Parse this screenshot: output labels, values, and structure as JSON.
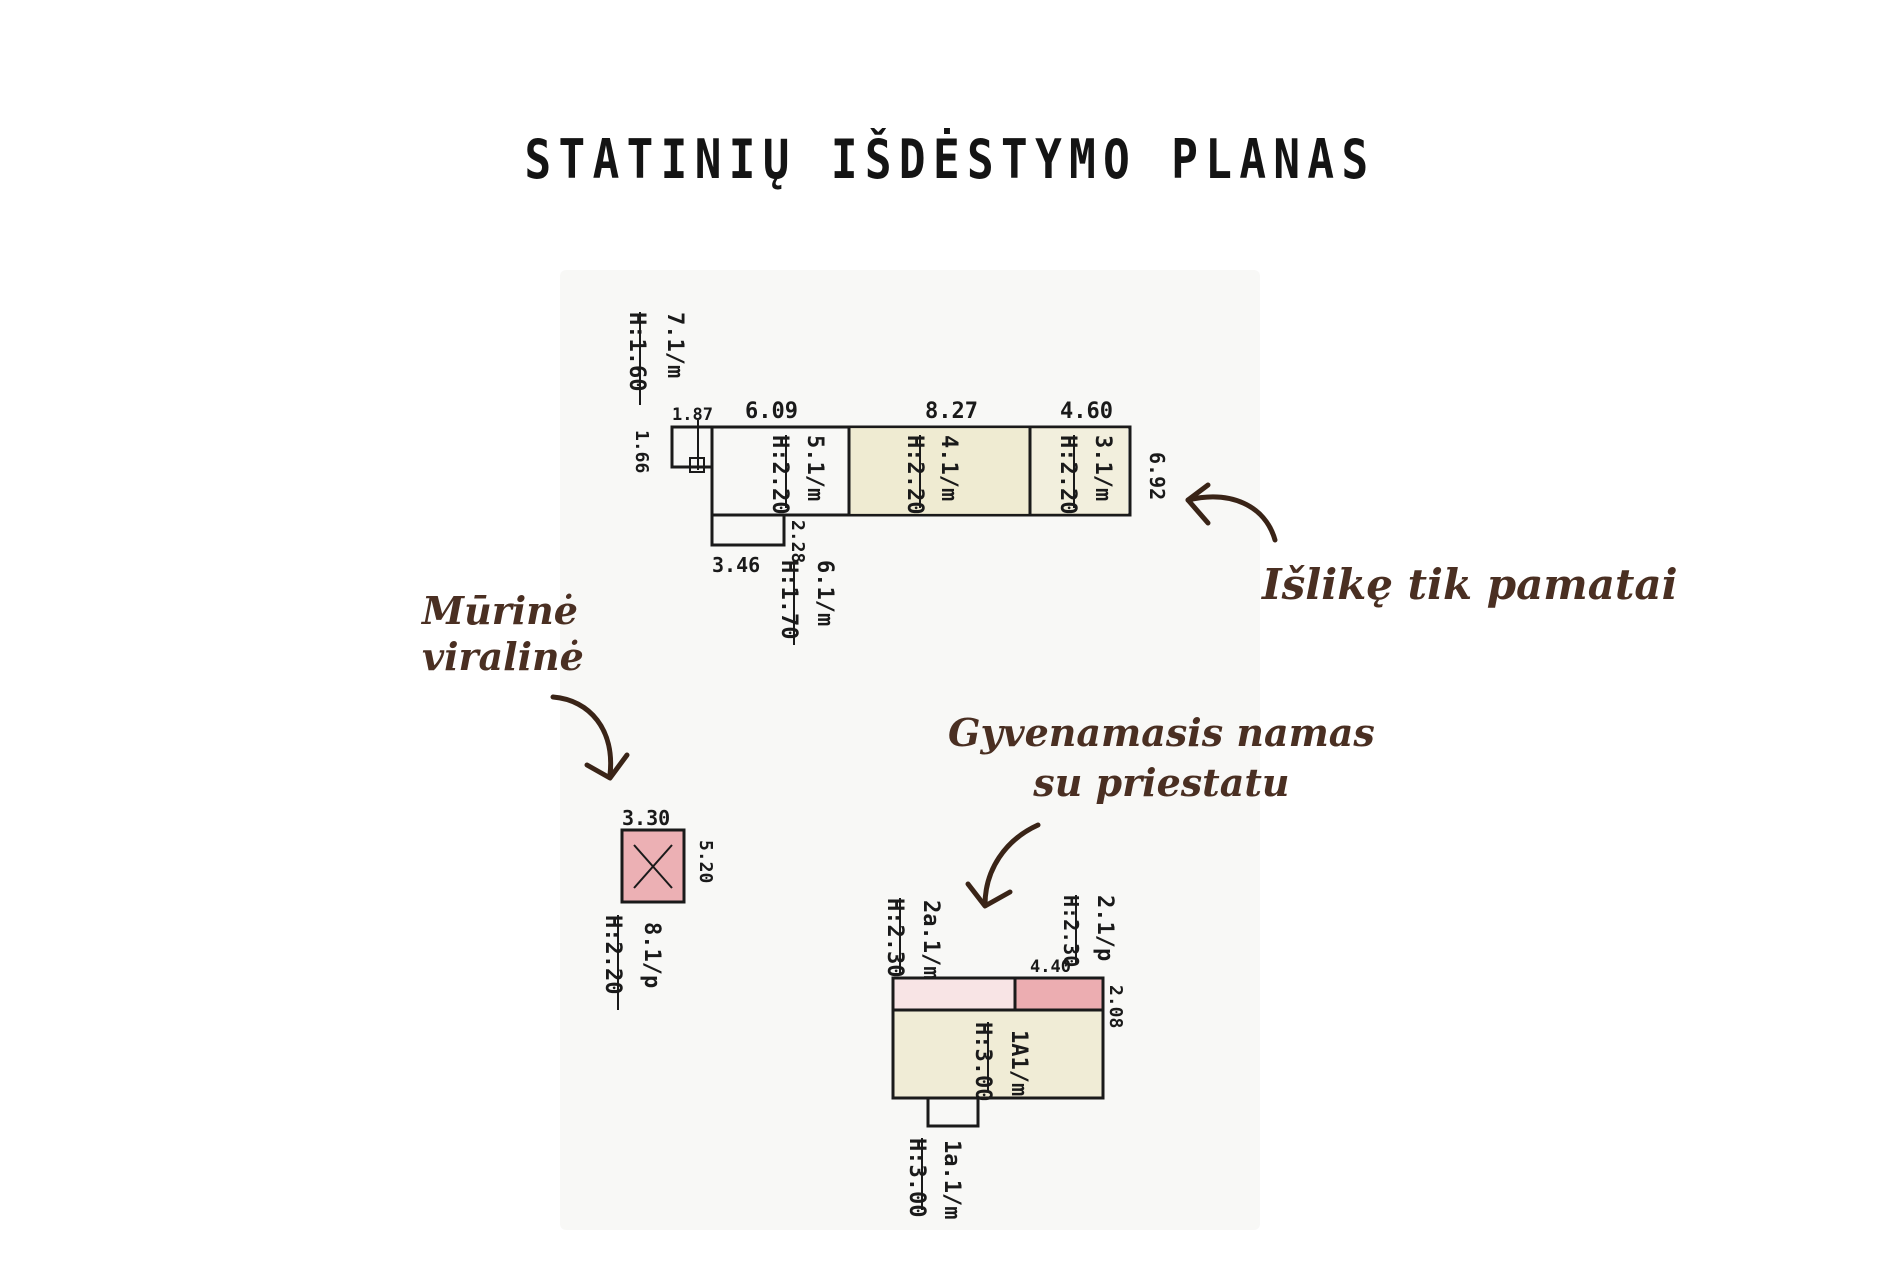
{
  "title": "STATINIŲ IŠDĖSTYMO PLANAS",
  "annotations": {
    "foundations": "Išlikę tik pamatai",
    "brewery_line1": "Mūrinė",
    "brewery_line2": "viralinė",
    "house_line1": "Gyvenamasis namas",
    "house_line2": "su priestatu"
  },
  "colors": {
    "ink": "#1a1a1a",
    "annotation": "#4a2f22",
    "fill_yellow": "#ece7c9",
    "fill_red": "#eaa3a8"
  },
  "plan": {
    "top_building": {
      "dims": {
        "d1": "1.87",
        "d2": "6.09",
        "d3": "8.27",
        "d4": "4.60",
        "depth": "6.92",
        "side": "2.28",
        "annex_w": "3.46"
      },
      "labels": {
        "left_upper_a": "7.1/m",
        "left_upper_b": "H:1.60",
        "left_side": "1.66",
        "room1_a": "5.1/m",
        "room1_b": "H:2.20",
        "room2_a": "4.1/m",
        "room2_b": "H:2.20",
        "room3_a": "3.1/m",
        "room3_b": "H:2.20",
        "annex_a": "6.1/m",
        "annex_b": "H:1.70"
      }
    },
    "small_building": {
      "dims": {
        "width": "3.30",
        "height": "5.20"
      },
      "labels": {
        "a": "8.1/p",
        "b": "H:2.20"
      }
    },
    "house": {
      "dims": {
        "left_h": "2a.1/m",
        "left_hb": "H:2.30",
        "top_right": "4.40",
        "right": "2.08"
      },
      "labels": {
        "tr_a": "2.1/p",
        "tr_b": "H:2.30",
        "main_a": "1A1/m",
        "main_b": "H:3.00",
        "annex_a": "1a.1/m",
        "annex_b": "H:3.00"
      }
    }
  }
}
